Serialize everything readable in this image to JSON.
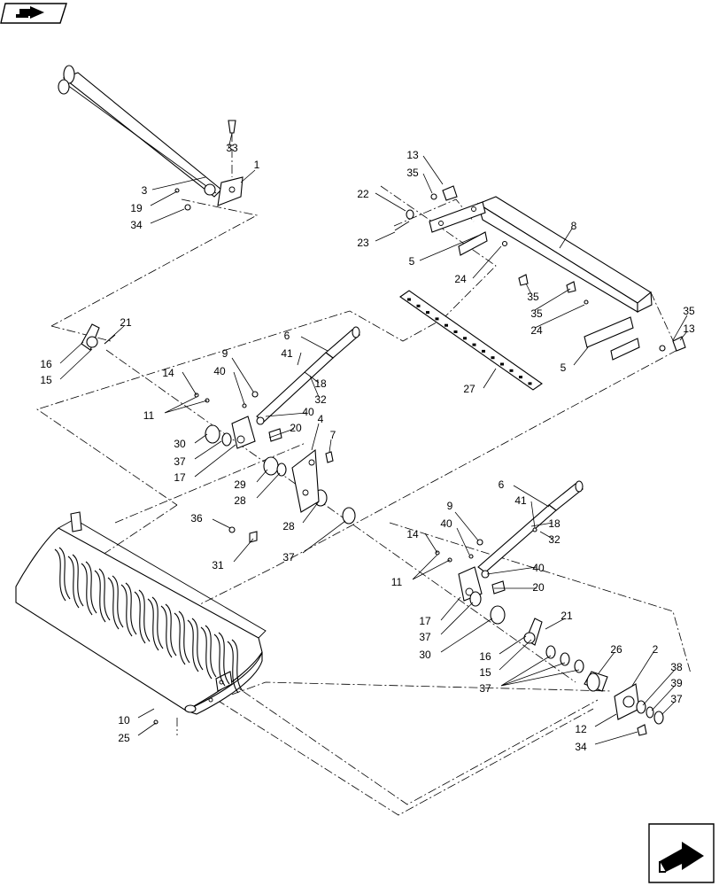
{
  "nav": {
    "back_icon": "arrow-back-icon",
    "next_icon": "arrow-next-icon"
  },
  "callouts": [
    {
      "id": "c33a",
      "text": "33"
    },
    {
      "id": "c1",
      "text": "1"
    },
    {
      "id": "c3",
      "text": "3"
    },
    {
      "id": "c19",
      "text": "19"
    },
    {
      "id": "c34a",
      "text": "34"
    },
    {
      "id": "c13a",
      "text": "13"
    },
    {
      "id": "c35a",
      "text": "35"
    },
    {
      "id": "c22",
      "text": "22"
    },
    {
      "id": "c8",
      "text": "8"
    },
    {
      "id": "c23",
      "text": "23"
    },
    {
      "id": "c5a",
      "text": "5"
    },
    {
      "id": "c24a",
      "text": "24"
    },
    {
      "id": "c35b",
      "text": "35"
    },
    {
      "id": "c35c",
      "text": "35"
    },
    {
      "id": "c24b",
      "text": "24"
    },
    {
      "id": "c35d",
      "text": "35"
    },
    {
      "id": "c13b",
      "text": "13"
    },
    {
      "id": "c5b",
      "text": "5"
    },
    {
      "id": "c27",
      "text": "27"
    },
    {
      "id": "c21a",
      "text": "21"
    },
    {
      "id": "c16a",
      "text": "16"
    },
    {
      "id": "c15a",
      "text": "15"
    },
    {
      "id": "c6a",
      "text": "6"
    },
    {
      "id": "c9a",
      "text": "9"
    },
    {
      "id": "c41a",
      "text": "41"
    },
    {
      "id": "c40a",
      "text": "40"
    },
    {
      "id": "c18a",
      "text": "18"
    },
    {
      "id": "c14a",
      "text": "14"
    },
    {
      "id": "c32a",
      "text": "32"
    },
    {
      "id": "c11a",
      "text": "11"
    },
    {
      "id": "c40b",
      "text": "40"
    },
    {
      "id": "c20a",
      "text": "20"
    },
    {
      "id": "c4",
      "text": "4"
    },
    {
      "id": "c30a",
      "text": "30"
    },
    {
      "id": "c7",
      "text": "7"
    },
    {
      "id": "c37a",
      "text": "37"
    },
    {
      "id": "c17a",
      "text": "17"
    },
    {
      "id": "c29",
      "text": "29"
    },
    {
      "id": "c28a",
      "text": "28"
    },
    {
      "id": "c36",
      "text": "36"
    },
    {
      "id": "c28b",
      "text": "28"
    },
    {
      "id": "c31",
      "text": "31"
    },
    {
      "id": "c37b",
      "text": "37"
    },
    {
      "id": "c6b",
      "text": "6"
    },
    {
      "id": "c9b",
      "text": "9"
    },
    {
      "id": "c41b",
      "text": "41"
    },
    {
      "id": "c18b",
      "text": "18"
    },
    {
      "id": "c40c",
      "text": "40"
    },
    {
      "id": "c14b",
      "text": "14"
    },
    {
      "id": "c32b",
      "text": "32"
    },
    {
      "id": "c40d",
      "text": "40"
    },
    {
      "id": "c11b",
      "text": "11"
    },
    {
      "id": "c20b",
      "text": "20"
    },
    {
      "id": "c17b",
      "text": "17"
    },
    {
      "id": "c21b",
      "text": "21"
    },
    {
      "id": "c37c",
      "text": "37"
    },
    {
      "id": "c16b",
      "text": "16"
    },
    {
      "id": "c30b",
      "text": "30"
    },
    {
      "id": "c15b",
      "text": "15"
    },
    {
      "id": "c26",
      "text": "26"
    },
    {
      "id": "c2",
      "text": "2"
    },
    {
      "id": "c37d",
      "text": "37"
    },
    {
      "id": "c38",
      "text": "38"
    },
    {
      "id": "c39",
      "text": "39"
    },
    {
      "id": "c37e",
      "text": "37"
    },
    {
      "id": "c10",
      "text": "10"
    },
    {
      "id": "c12",
      "text": "12"
    },
    {
      "id": "c25",
      "text": "25"
    },
    {
      "id": "c34b",
      "text": "34"
    }
  ]
}
